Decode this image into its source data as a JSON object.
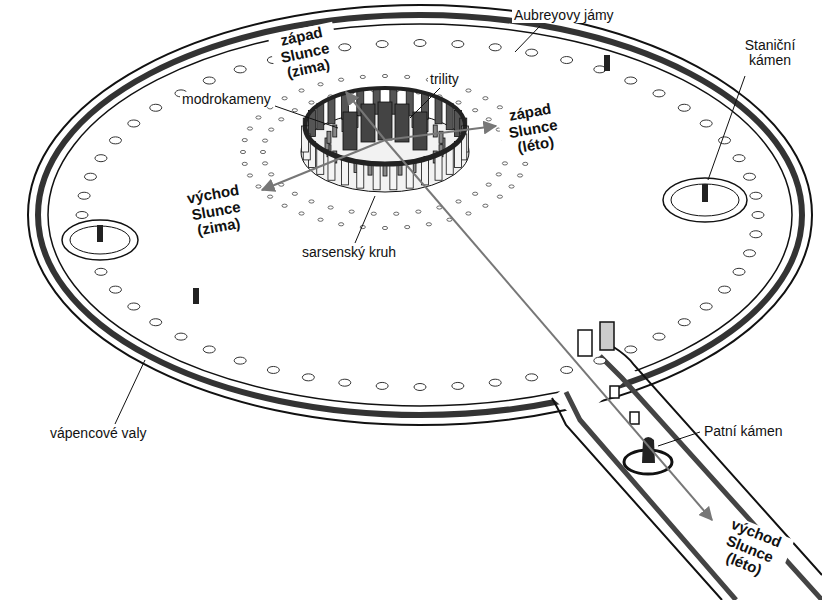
{
  "diagram": {
    "labels": [
      "Aubreyovy jámy",
      "západ Slunce (zima)",
      "trility",
      "Staniční kámen",
      "modrokameny",
      "západ Slunce (léto)",
      "východ Slunce (zima)",
      "sarsenský kruh",
      "vápencové valy",
      "Patní kámen",
      "východ Slunce (léto)"
    ]
  }
}
